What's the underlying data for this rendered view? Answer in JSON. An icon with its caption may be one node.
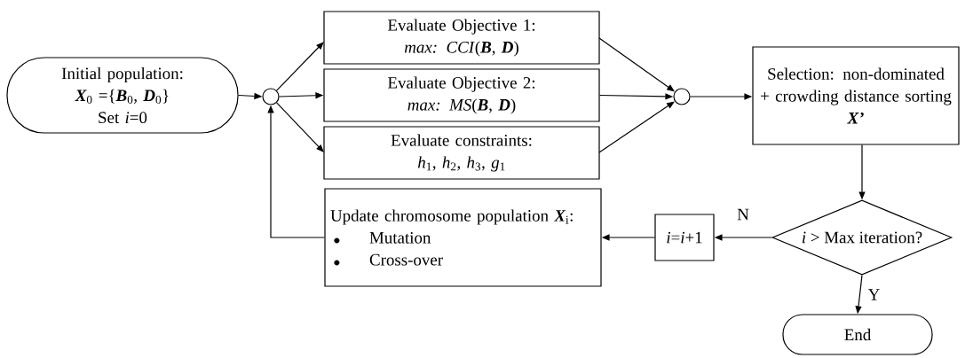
{
  "diagram": {
    "nodes": [
      {
        "text": [
          "Initial population:",
          "**X**$_{0}$ ={**B**$_{0}$, **D**$_{0}$}",
          "Set *i*=0"
        ]
      },
      {
        "text": [],
        "shape": "circle"
      },
      {
        "text": [
          "Evaluate Objective 1:",
          "*max: CCI*(**B**, **D**)"
        ]
      },
      {
        "text": [
          "Evaluate Objective 2:",
          "*max: MS*(**B**, **D**)"
        ]
      },
      {
        "text": [
          "Evaluate constraints:",
          "*h*$_{1}$, *h*$_{2}$, *h*$_{3}$, *g*$_{1}$"
        ]
      },
      {
        "text": [],
        "shape": "circle"
      },
      {
        "text": [
          "Selection: non-dominated + crowding distance sorting",
          "**X’**"
        ]
      },
      {
        "text": [
          "*i* > Max iteration?"
        ]
      },
      {
        "text": [
          "End"
        ]
      },
      {
        "text": [
          "*i*=*i*+1"
        ]
      },
      {
        "text": [
          "Update chromosome population **X**$_{i}$:",
          "Mutation",
          "Cross-over"
        ]
      }
    ],
    "edges": [
      {
        "from": 0,
        "to": 1,
        "arrow": "to"
      },
      {
        "from": 1,
        "to": 2,
        "arrow": "to"
      },
      {
        "from": 1,
        "to": 3,
        "arrow": "to"
      },
      {
        "from": 1,
        "to": 4,
        "arrow": "to"
      },
      {
        "from": 2,
        "to": 5,
        "arrow": "to"
      },
      {
        "from": 3,
        "to": 5,
        "arrow": "to"
      },
      {
        "from": 4,
        "to": 5,
        "arrow": "to"
      },
      {
        "from": 5,
        "to": 6,
        "arrow": "to"
      },
      {
        "from": 6,
        "to": 7,
        "arrow": "to"
      },
      {
        "from": 7,
        "to": 9,
        "arrow": "to",
        "label": "N"
      },
      {
        "from": 7,
        "to": 8,
        "arrow": "to",
        "label": "Y"
      },
      {
        "from": 9,
        "to": 10,
        "arrow": "to"
      },
      {
        "from": 10,
        "to": 1,
        "arrow": "to"
      }
    ]
  }
}
